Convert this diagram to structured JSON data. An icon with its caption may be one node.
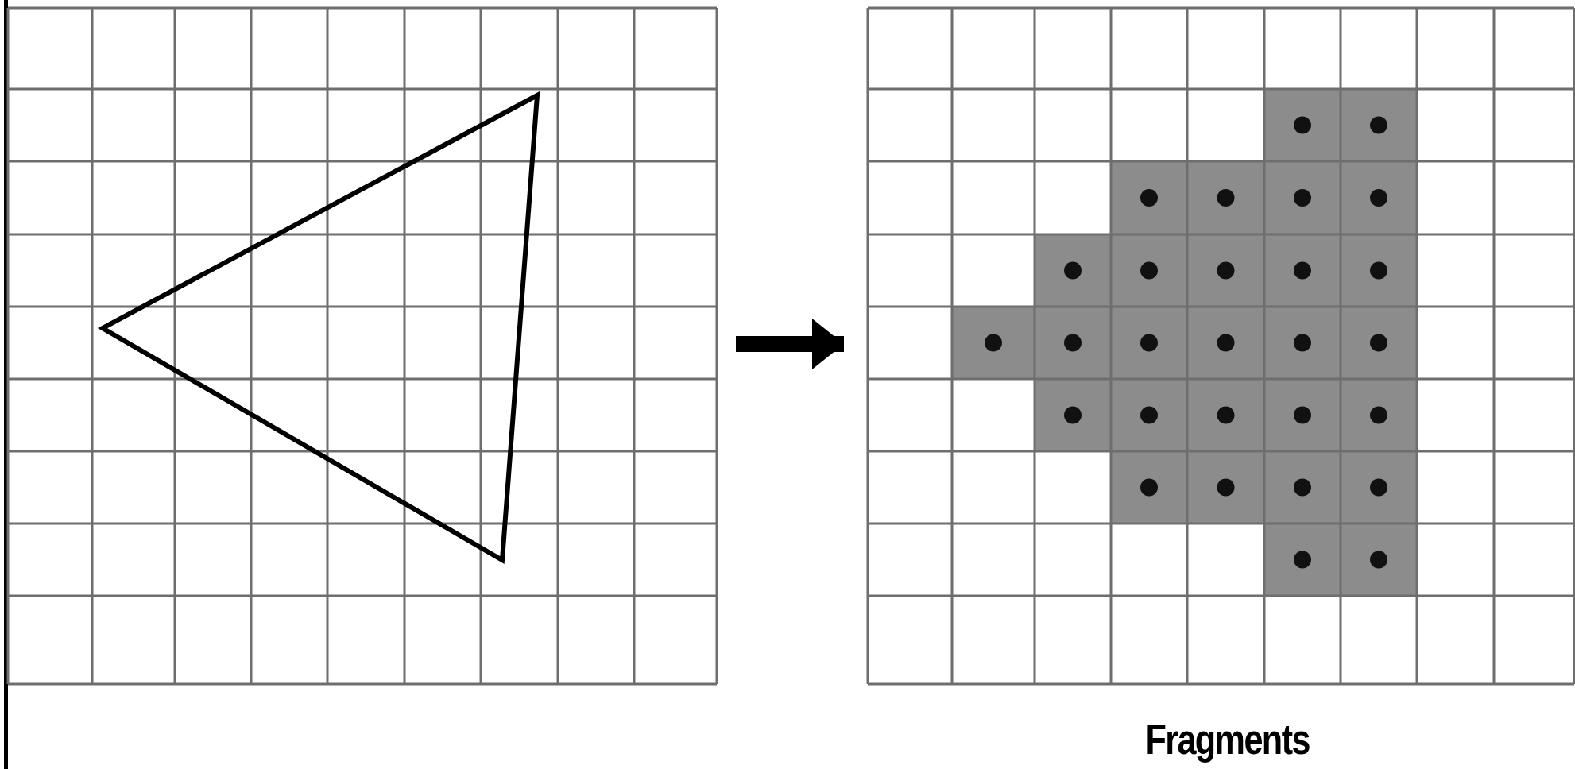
{
  "diagram": {
    "nodes": [
      {
        "text": [],
        "shape": "picture"
      },
      {
        "text": [
          "Fragments"
        ]
      }
    ],
    "edges": [
      {
        "from": 0,
        "to": 1,
        "arrow": "to"
      }
    ]
  }
}
